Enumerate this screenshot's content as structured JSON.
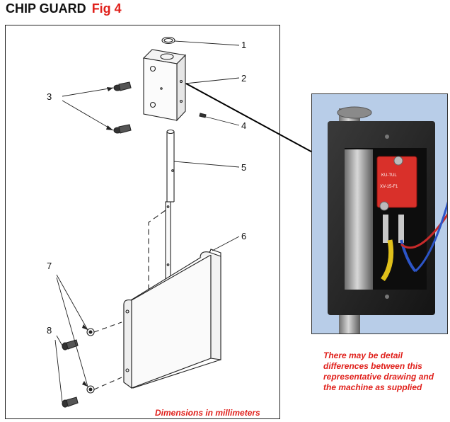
{
  "title": {
    "main": "CHIP GUARD",
    "fig": "Fig 4"
  },
  "callouts": [
    "1",
    "2",
    "3",
    "4",
    "5",
    "6",
    "7",
    "8"
  ],
  "footer": {
    "dimensions_note": "Dimensions in millimeters"
  },
  "disclaimer": "There may be detail differences between this representative drawing and the machine as supplied",
  "photo": {
    "switch_brand": "KU-TUL",
    "switch_model": "XV-15-F1"
  },
  "colors": {
    "accent": "#e0201b",
    "photo_bg": "#b8cde8"
  }
}
